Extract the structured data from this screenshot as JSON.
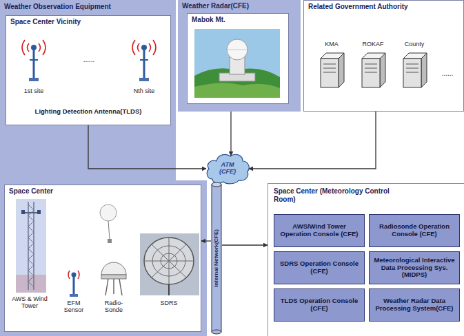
{
  "diagram": {
    "nodes": [
      {
        "text": [
          "Weather Observation Equipment"
        ]
      },
      {
        "text": [
          "Space Center Vicinity"
        ],
        "in": 0
      },
      {
        "text": [
          "Weather Radar(CFE)"
        ]
      },
      {
        "text": [
          "Mabok Mt."
        ],
        "in": 2
      },
      {
        "text": [
          "Related Government Authority"
        ]
      },
      {
        "text": [
          "ATM (CFE)"
        ]
      },
      {
        "text": [
          "Space Center"
        ],
        "in": 0
      },
      {
        "text": [
          "Internal Network(CFE)"
        ]
      },
      {
        "text": [
          "Space Center (Meteorology Control Room)"
        ]
      },
      {
        "text": [
          "AWS/Wind Tower Operation Console (CFE)"
        ],
        "in": 8
      },
      {
        "text": [
          "Radiosonde Operation Console (CFE)"
        ],
        "in": 8
      },
      {
        "text": [
          "SDRS Operation Console (CFE)"
        ],
        "in": 8
      },
      {
        "text": [
          "Meteorological Interactive Data Processing Sys. (MIDPS)"
        ],
        "in": 8
      },
      {
        "text": [
          "TLDS Operation Console (CFE)"
        ],
        "in": 8
      },
      {
        "text": [
          "Weather Radar Data Processing System(CFE)"
        ],
        "in": 8
      }
    ],
    "edges": [
      {
        "from": 1,
        "to": 5,
        "arrow": "to"
      },
      {
        "from": 2,
        "to": 5,
        "arrow": "to"
      },
      {
        "from": 4,
        "to": 5,
        "arrow": "to"
      },
      {
        "from": 7,
        "to": 6,
        "arrow": "to"
      },
      {
        "from": 7,
        "to": 8,
        "arrow": "to"
      }
    ],
    "labels": [
      "1st site",
      "......",
      "Nth site",
      "Lighting Detection Antenna(TLDS)",
      "KMA",
      "ROKAF",
      "County",
      "......",
      "AWS & Wind Tower",
      "EFM Sensor",
      "Radio-Sonde",
      "SDRS"
    ]
  }
}
